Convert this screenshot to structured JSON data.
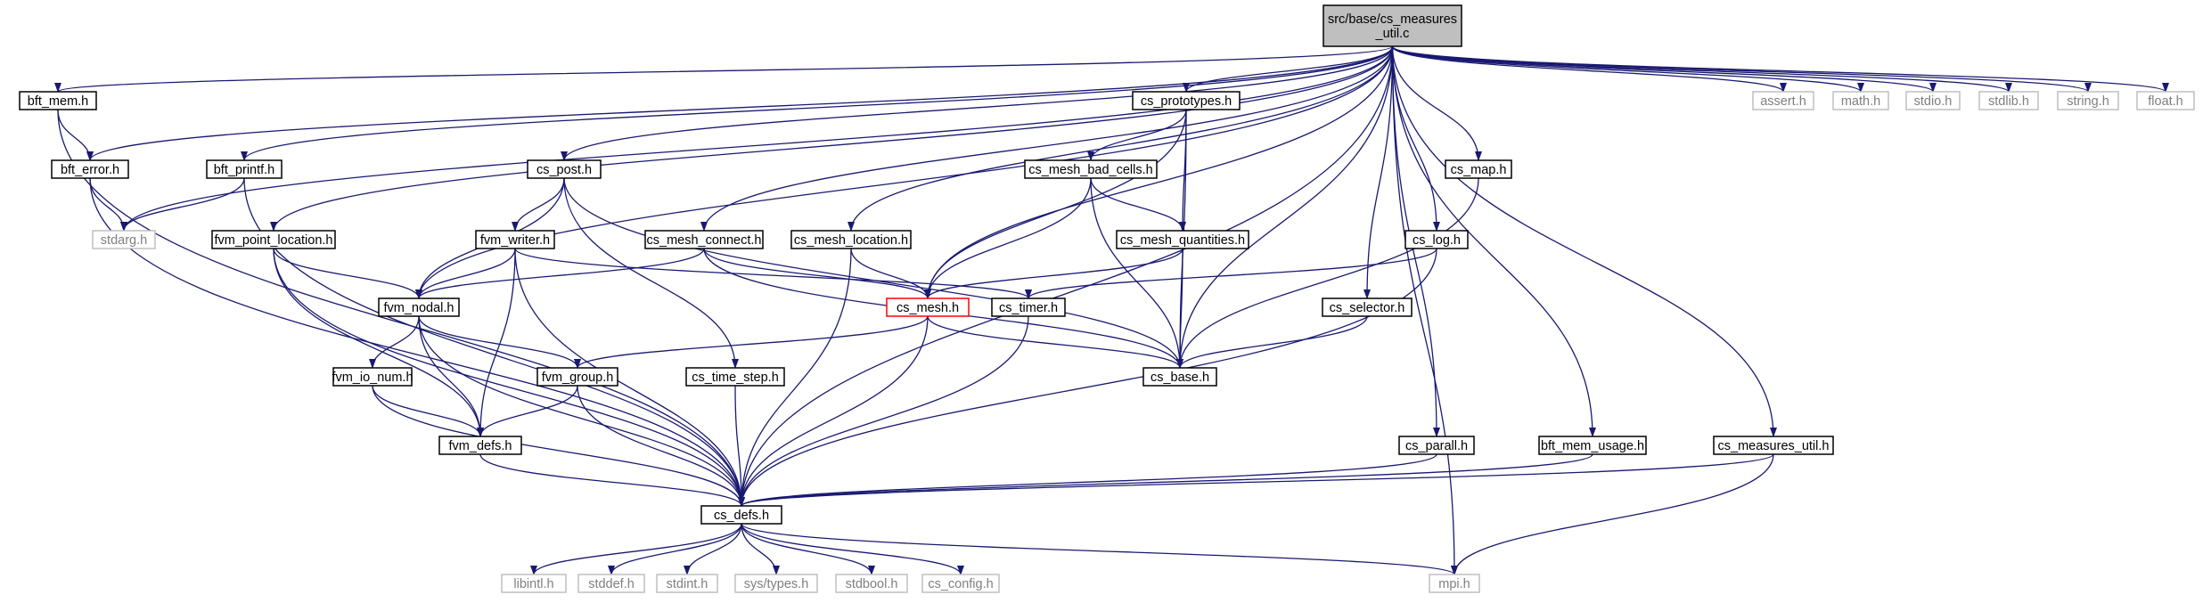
{
  "colors": {
    "edge": "#191970",
    "node_border": "#000000",
    "node_border_external": "#bfbfbf",
    "node_border_highlight": "#ff0000",
    "root_fill": "#bfbfbf",
    "text": "#000000",
    "text_external": "#7f7f7f"
  },
  "nodes": [
    {
      "id": "root",
      "lines": [
        "src/base/cs_measures",
        "_util.c"
      ],
      "style": "root",
      "interactable": false
    },
    {
      "id": "bft_mem_h",
      "lines": [
        "bft_mem.h"
      ],
      "style": "normal",
      "interactable": true
    },
    {
      "id": "bft_error_h",
      "lines": [
        "bft_error.h"
      ],
      "style": "normal",
      "interactable": true
    },
    {
      "id": "bft_printf_h",
      "lines": [
        "bft_printf.h"
      ],
      "style": "normal",
      "interactable": true
    },
    {
      "id": "stdarg_h",
      "lines": [
        "stdarg.h"
      ],
      "style": "external",
      "interactable": false
    },
    {
      "id": "fvm_point_location_h",
      "lines": [
        "fvm_point_location.h"
      ],
      "style": "normal",
      "interactable": true
    },
    {
      "id": "cs_post_h",
      "lines": [
        "cs_post.h"
      ],
      "style": "normal",
      "interactable": true
    },
    {
      "id": "fvm_writer_h",
      "lines": [
        "fvm_writer.h"
      ],
      "style": "normal",
      "interactable": true
    },
    {
      "id": "fvm_nodal_h",
      "lines": [
        "fvm_nodal.h"
      ],
      "style": "normal",
      "interactable": true
    },
    {
      "id": "fvm_io_num_h",
      "lines": [
        "fvm_io_num.h"
      ],
      "style": "normal",
      "interactable": true
    },
    {
      "id": "fvm_group_h",
      "lines": [
        "fvm_group.h"
      ],
      "style": "normal",
      "interactable": true
    },
    {
      "id": "fvm_defs_h",
      "lines": [
        "fvm_defs.h"
      ],
      "style": "normal",
      "interactable": true
    },
    {
      "id": "cs_mesh_connect_h",
      "lines": [
        "cs_mesh_connect.h"
      ],
      "style": "normal",
      "interactable": true
    },
    {
      "id": "cs_mesh_location_h",
      "lines": [
        "cs_mesh_location.h"
      ],
      "style": "normal",
      "interactable": true
    },
    {
      "id": "cs_time_step_h",
      "lines": [
        "cs_time_step.h"
      ],
      "style": "normal",
      "interactable": true
    },
    {
      "id": "cs_prototypes_h",
      "lines": [
        "cs_prototypes.h"
      ],
      "style": "normal",
      "interactable": true
    },
    {
      "id": "cs_mesh_bad_cells_h",
      "lines": [
        "cs_mesh_bad_cells.h"
      ],
      "style": "normal",
      "interactable": true
    },
    {
      "id": "cs_mesh_quantities_h",
      "lines": [
        "cs_mesh_quantities.h"
      ],
      "style": "normal",
      "interactable": true
    },
    {
      "id": "cs_mesh_h",
      "lines": [
        "cs_mesh.h"
      ],
      "style": "highlight",
      "interactable": true
    },
    {
      "id": "cs_timer_h",
      "lines": [
        "cs_timer.h"
      ],
      "style": "normal",
      "interactable": true
    },
    {
      "id": "cs_base_h",
      "lines": [
        "cs_base.h"
      ],
      "style": "normal",
      "interactable": true
    },
    {
      "id": "cs_map_h",
      "lines": [
        "cs_map.h"
      ],
      "style": "normal",
      "interactable": true
    },
    {
      "id": "cs_log_h",
      "lines": [
        "cs_log.h"
      ],
      "style": "normal",
      "interactable": true
    },
    {
      "id": "cs_selector_h",
      "lines": [
        "cs_selector.h"
      ],
      "style": "normal",
      "interactable": true
    },
    {
      "id": "cs_parall_h",
      "lines": [
        "cs_parall.h"
      ],
      "style": "normal",
      "interactable": true
    },
    {
      "id": "bft_mem_usage_h",
      "lines": [
        "bft_mem_usage.h"
      ],
      "style": "normal",
      "interactable": true
    },
    {
      "id": "cs_measures_util_h",
      "lines": [
        "cs_measures_util.h"
      ],
      "style": "normal",
      "interactable": true
    },
    {
      "id": "cs_defs_h",
      "lines": [
        "cs_defs.h"
      ],
      "style": "normal",
      "interactable": true
    },
    {
      "id": "assert_h",
      "lines": [
        "assert.h"
      ],
      "style": "external",
      "interactable": false
    },
    {
      "id": "math_h",
      "lines": [
        "math.h"
      ],
      "style": "external",
      "interactable": false
    },
    {
      "id": "stdio_h",
      "lines": [
        "stdio.h"
      ],
      "style": "external",
      "interactable": false
    },
    {
      "id": "stdlib_h",
      "lines": [
        "stdlib.h"
      ],
      "style": "external",
      "interactable": false
    },
    {
      "id": "string_h",
      "lines": [
        "string.h"
      ],
      "style": "external",
      "interactable": false
    },
    {
      "id": "float_h",
      "lines": [
        "float.h"
      ],
      "style": "external",
      "interactable": false
    },
    {
      "id": "libintl_h",
      "lines": [
        "libintl.h"
      ],
      "style": "external",
      "interactable": false
    },
    {
      "id": "stddef_h",
      "lines": [
        "stddef.h"
      ],
      "style": "external",
      "interactable": false
    },
    {
      "id": "stdint_h",
      "lines": [
        "stdint.h"
      ],
      "style": "external",
      "interactable": false
    },
    {
      "id": "sys_types_h",
      "lines": [
        "sys/types.h"
      ],
      "style": "external",
      "interactable": false
    },
    {
      "id": "stdbool_h",
      "lines": [
        "stdbool.h"
      ],
      "style": "external",
      "interactable": false
    },
    {
      "id": "cs_config_h",
      "lines": [
        "cs_config.h"
      ],
      "style": "external",
      "interactable": false
    },
    {
      "id": "mpi_h",
      "lines": [
        "mpi.h"
      ],
      "style": "external",
      "interactable": false
    }
  ],
  "edges": [
    [
      "root",
      "bft_mem_h"
    ],
    [
      "root",
      "bft_error_h"
    ],
    [
      "root",
      "bft_printf_h"
    ],
    [
      "root",
      "stdarg_h"
    ],
    [
      "root",
      "fvm_point_location_h"
    ],
    [
      "root",
      "fvm_nodal_h"
    ],
    [
      "root",
      "cs_post_h"
    ],
    [
      "root",
      "cs_mesh_connect_h"
    ],
    [
      "root",
      "cs_mesh_location_h"
    ],
    [
      "root",
      "cs_prototypes_h"
    ],
    [
      "root",
      "cs_mesh_h"
    ],
    [
      "root",
      "cs_base_h"
    ],
    [
      "root",
      "cs_map_h"
    ],
    [
      "root",
      "cs_log_h"
    ],
    [
      "root",
      "cs_selector_h"
    ],
    [
      "root",
      "cs_parall_h"
    ],
    [
      "root",
      "cs_defs_h"
    ],
    [
      "root",
      "bft_mem_usage_h"
    ],
    [
      "root",
      "mpi_h"
    ],
    [
      "root",
      "cs_measures_util_h"
    ],
    [
      "root",
      "assert_h"
    ],
    [
      "root",
      "math_h"
    ],
    [
      "root",
      "stdio_h"
    ],
    [
      "root",
      "stdlib_h"
    ],
    [
      "root",
      "string_h"
    ],
    [
      "root",
      "float_h"
    ],
    [
      "bft_mem_h",
      "bft_error_h"
    ],
    [
      "bft_mem_h",
      "cs_defs_h"
    ],
    [
      "bft_error_h",
      "stdarg_h"
    ],
    [
      "bft_error_h",
      "cs_defs_h"
    ],
    [
      "bft_printf_h",
      "stdarg_h"
    ],
    [
      "bft_printf_h",
      "cs_defs_h"
    ],
    [
      "fvm_point_location_h",
      "fvm_nodal_h"
    ],
    [
      "fvm_point_location_h",
      "fvm_defs_h"
    ],
    [
      "fvm_point_location_h",
      "cs_defs_h"
    ],
    [
      "cs_post_h",
      "fvm_writer_h"
    ],
    [
      "cs_post_h",
      "fvm_nodal_h"
    ],
    [
      "cs_post_h",
      "cs_time_step_h"
    ],
    [
      "cs_post_h",
      "cs_base_h"
    ],
    [
      "fvm_writer_h",
      "fvm_nodal_h"
    ],
    [
      "fvm_writer_h",
      "cs_timer_h"
    ],
    [
      "fvm_writer_h",
      "fvm_defs_h"
    ],
    [
      "fvm_writer_h",
      "cs_defs_h"
    ],
    [
      "fvm_nodal_h",
      "fvm_io_num_h"
    ],
    [
      "fvm_nodal_h",
      "fvm_group_h"
    ],
    [
      "fvm_nodal_h",
      "fvm_defs_h"
    ],
    [
      "fvm_nodal_h",
      "cs_defs_h"
    ],
    [
      "fvm_io_num_h",
      "fvm_defs_h"
    ],
    [
      "fvm_io_num_h",
      "cs_defs_h"
    ],
    [
      "fvm_group_h",
      "fvm_defs_h"
    ],
    [
      "fvm_group_h",
      "cs_defs_h"
    ],
    [
      "fvm_defs_h",
      "cs_defs_h"
    ],
    [
      "cs_mesh_connect_h",
      "fvm_nodal_h"
    ],
    [
      "cs_mesh_connect_h",
      "cs_mesh_h"
    ],
    [
      "cs_mesh_connect_h",
      "cs_base_h"
    ],
    [
      "cs_mesh_location_h",
      "cs_mesh_h"
    ],
    [
      "cs_mesh_location_h",
      "cs_defs_h"
    ],
    [
      "cs_time_step_h",
      "cs_defs_h"
    ],
    [
      "cs_prototypes_h",
      "cs_mesh_bad_cells_h"
    ],
    [
      "cs_prototypes_h",
      "cs_mesh_quantities_h"
    ],
    [
      "cs_prototypes_h",
      "cs_mesh_h"
    ],
    [
      "cs_prototypes_h",
      "cs_base_h"
    ],
    [
      "cs_mesh_bad_cells_h",
      "cs_mesh_quantities_h"
    ],
    [
      "cs_mesh_bad_cells_h",
      "cs_mesh_h"
    ],
    [
      "cs_mesh_bad_cells_h",
      "cs_base_h"
    ],
    [
      "cs_mesh_quantities_h",
      "cs_mesh_h"
    ],
    [
      "cs_mesh_quantities_h",
      "cs_base_h"
    ],
    [
      "cs_mesh_h",
      "fvm_group_h"
    ],
    [
      "cs_mesh_h",
      "cs_base_h"
    ],
    [
      "cs_mesh_h",
      "cs_defs_h"
    ],
    [
      "cs_timer_h",
      "cs_defs_h"
    ],
    [
      "cs_map_h",
      "cs_base_h"
    ],
    [
      "cs_log_h",
      "cs_timer_h"
    ],
    [
      "cs_log_h",
      "cs_defs_h"
    ],
    [
      "cs_selector_h",
      "cs_base_h"
    ],
    [
      "cs_parall_h",
      "cs_defs_h"
    ],
    [
      "bft_mem_usage_h",
      "cs_defs_h"
    ],
    [
      "cs_measures_util_h",
      "cs_defs_h"
    ],
    [
      "cs_measures_util_h",
      "mpi_h"
    ],
    [
      "cs_defs_h",
      "libintl_h"
    ],
    [
      "cs_defs_h",
      "stddef_h"
    ],
    [
      "cs_defs_h",
      "stdint_h"
    ],
    [
      "cs_defs_h",
      "sys_types_h"
    ],
    [
      "cs_defs_h",
      "stdbool_h"
    ],
    [
      "cs_defs_h",
      "cs_config_h"
    ],
    [
      "cs_defs_h",
      "mpi_h"
    ]
  ]
}
